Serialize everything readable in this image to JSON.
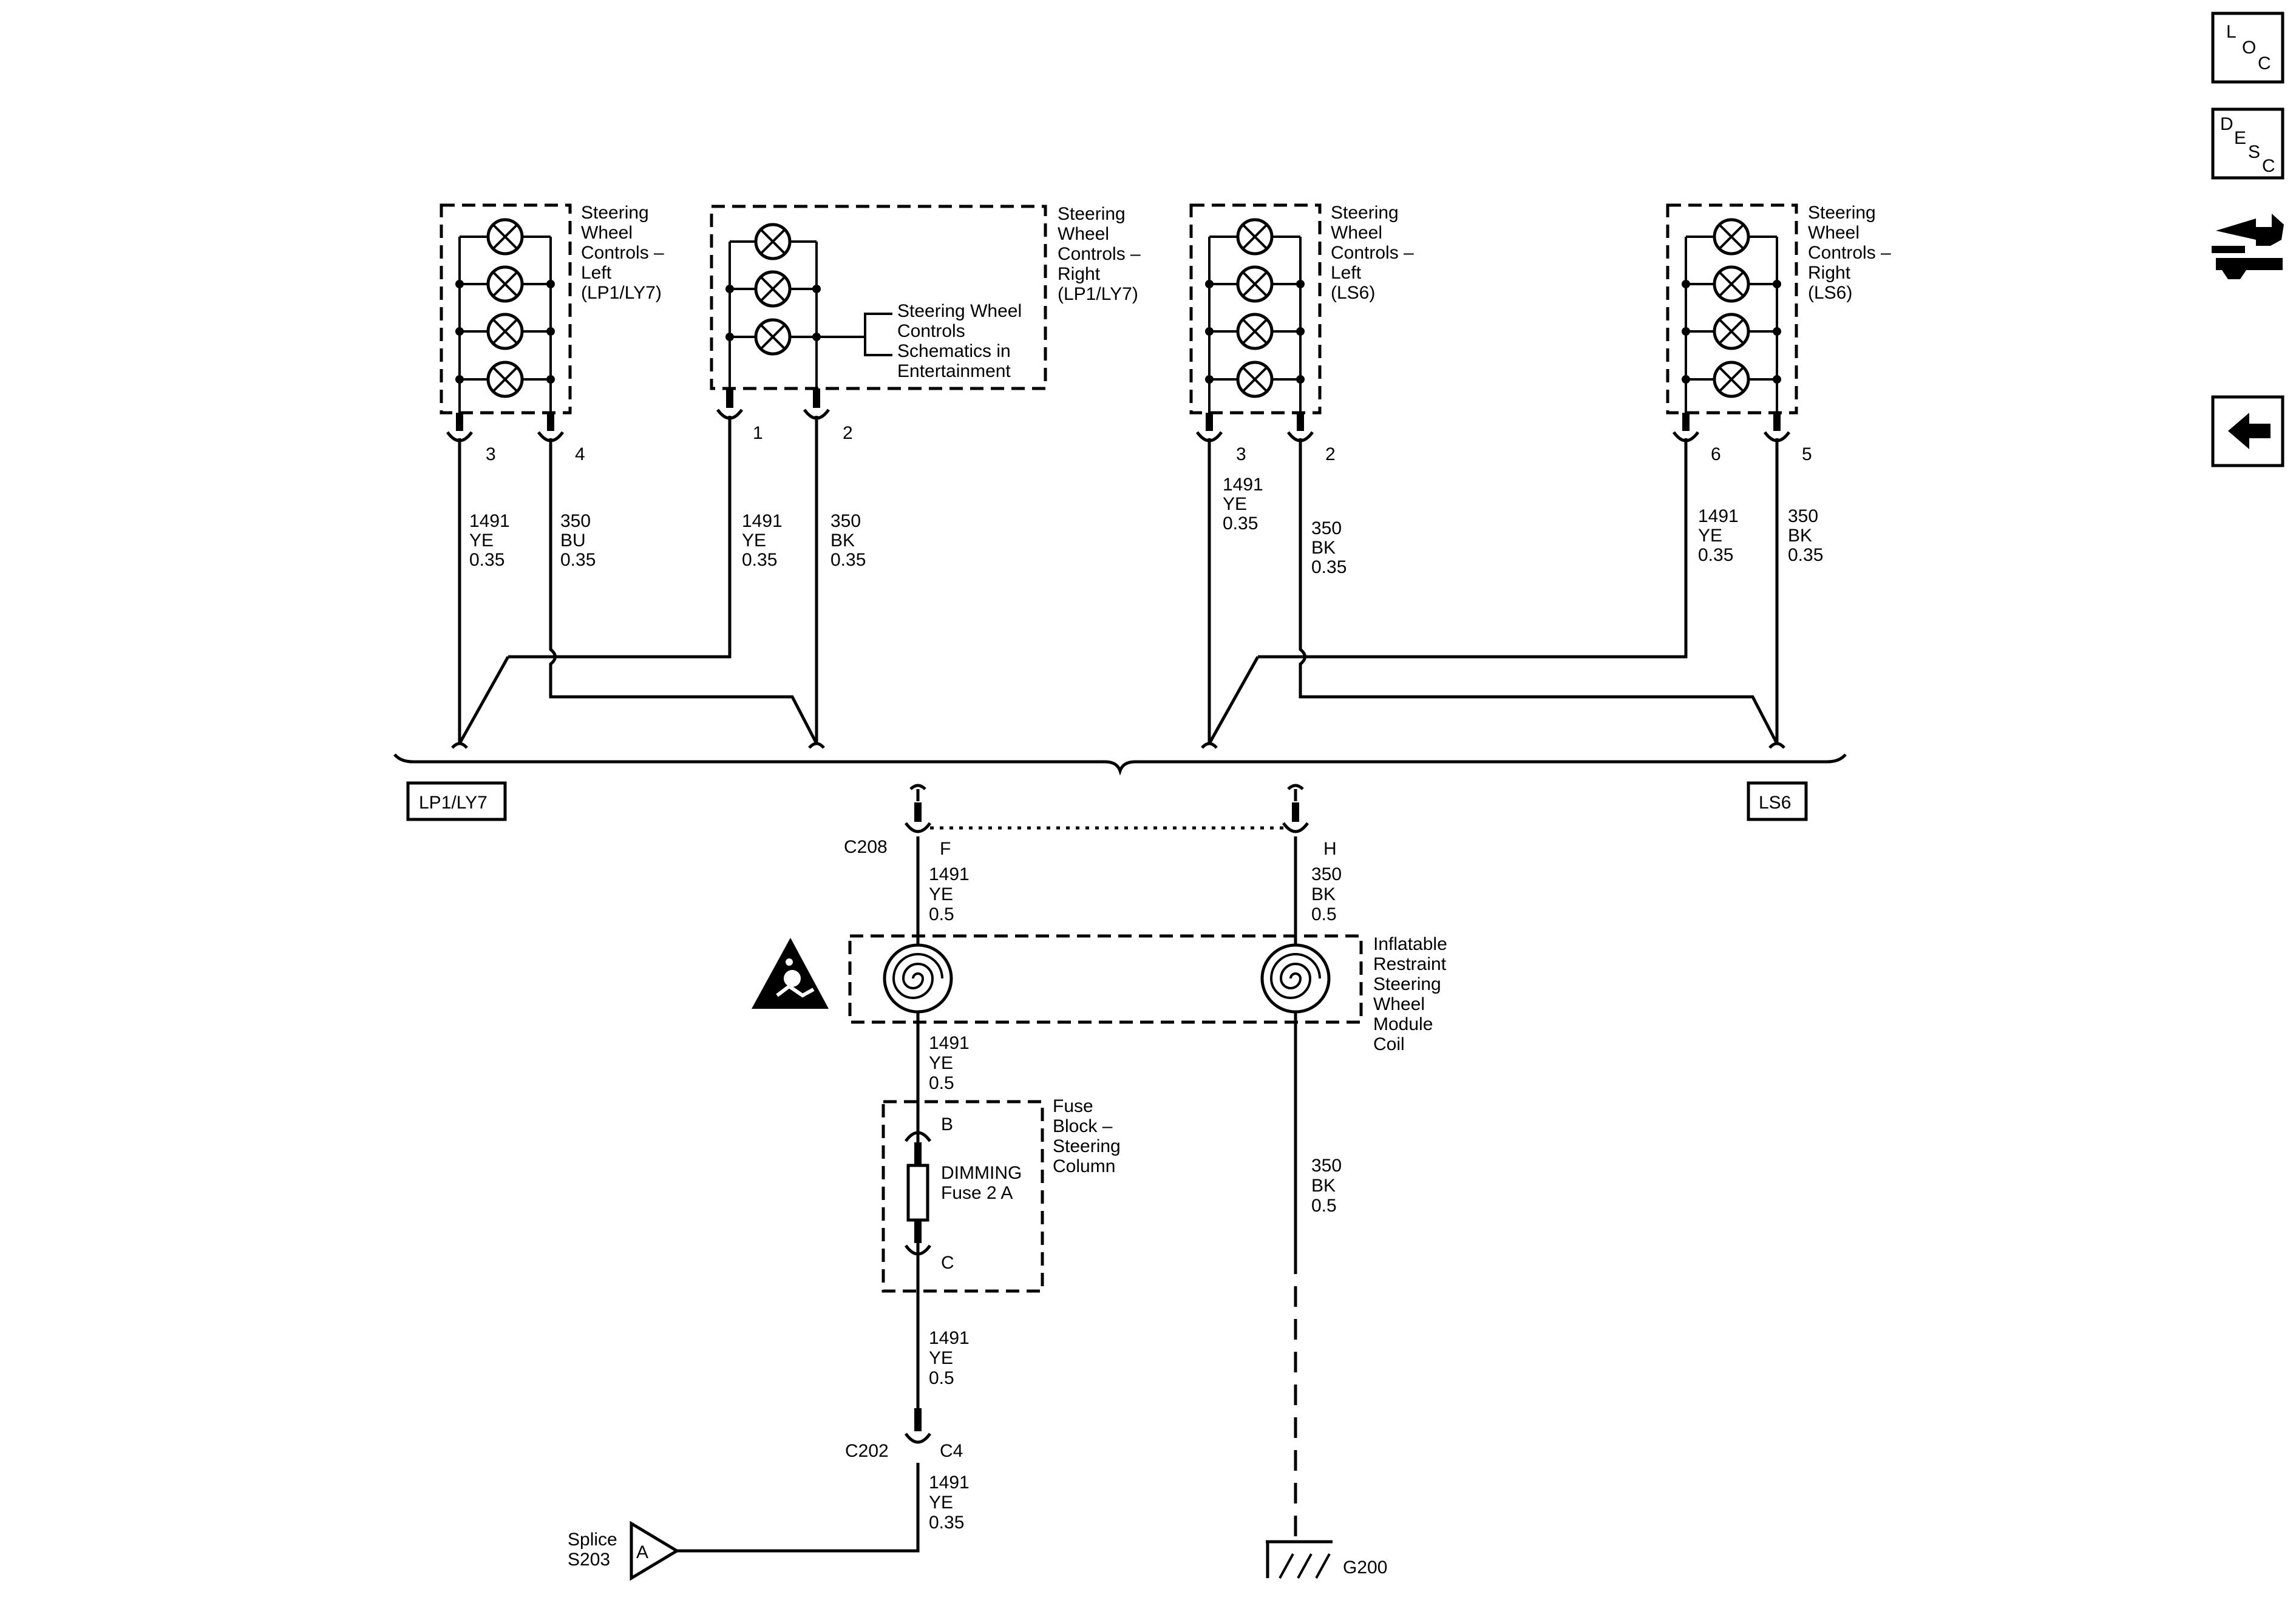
{
  "nav": {
    "loc": [
      "L",
      "O",
      "C"
    ],
    "desc": [
      "D",
      "E",
      "S",
      "C"
    ]
  },
  "modules": {
    "swc_left_lp1": [
      "Steering",
      "Wheel",
      "Controls –",
      "Left",
      "(LP1/LY7)"
    ],
    "swc_right_lp1": [
      "Steering",
      "Wheel",
      "Controls –",
      "Right",
      "(LP1/LY7)"
    ],
    "swc_left_ls6": [
      "Steering",
      "Wheel",
      "Controls –",
      "Left",
      "(LS6)"
    ],
    "swc_right_ls6": [
      "Steering",
      "Wheel",
      "Controls –",
      "Right",
      "(LS6)"
    ],
    "entertainment_ref": [
      "Steering Wheel",
      "Controls",
      "Schematics in",
      "Entertainment"
    ],
    "coil": [
      "Inflatable",
      "Restraint",
      "Steering",
      "Wheel",
      "Module",
      "Coil"
    ],
    "fuse_block": [
      "Fuse",
      "Block –",
      "Steering",
      "Column"
    ],
    "fuse": [
      "DIMMING",
      "Fuse 2 A"
    ]
  },
  "pins": {
    "lp1_left_a": "3",
    "lp1_left_b": "4",
    "lp1_right_a": "1",
    "lp1_right_b": "2",
    "ls6_left_a": "3",
    "ls6_left_b": "2",
    "ls6_right_a": "6",
    "ls6_right_b": "5",
    "c208_f": "F",
    "c208_h": "H",
    "fuse_b": "B",
    "fuse_c": "C",
    "c202_c4": "C4"
  },
  "wires": {
    "w1": [
      "1491",
      "YE",
      "0.35"
    ],
    "w2": [
      "350",
      "BU",
      "0.35"
    ],
    "w3": [
      "1491",
      "YE",
      "0.35"
    ],
    "w4": [
      "350",
      "BK",
      "0.35"
    ],
    "w5": [
      "1491",
      "YE",
      "0.35"
    ],
    "w6": [
      "350",
      "BK",
      "0.35"
    ],
    "w7": [
      "1491",
      "YE",
      "0.35"
    ],
    "w8": [
      "350",
      "BK",
      "0.35"
    ],
    "w9": [
      "1491",
      "YE",
      "0.5"
    ],
    "w10": [
      "350",
      "BK",
      "0.5"
    ],
    "w11": [
      "1491",
      "YE",
      "0.5"
    ],
    "w12": [
      "350",
      "BK",
      "0.5"
    ],
    "w13": [
      "1491",
      "YE",
      "0.5"
    ],
    "w14": [
      "1491",
      "YE",
      "0.35"
    ]
  },
  "connectors": {
    "c208": "C208",
    "c202": "C202"
  },
  "options": {
    "lp1": "LP1/LY7",
    "ls6": "LS6"
  },
  "splice": {
    "label": [
      "Splice",
      "S203"
    ],
    "letter": "A"
  },
  "ground": "G200"
}
